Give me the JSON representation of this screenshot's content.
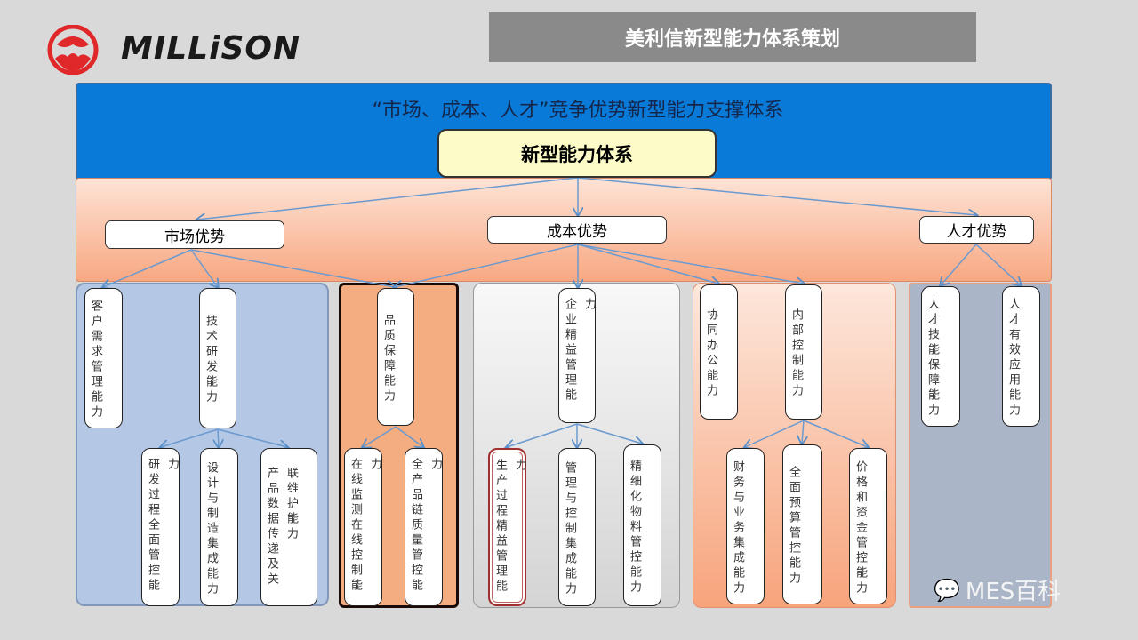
{
  "logo": {
    "text": "MILLiSON",
    "color": "#e0282a"
  },
  "title": "美利信新型能力体系策划",
  "subtitle": "“市场、成本、人才”竞争优势新型能力支撑体系",
  "core": "新型能力体系",
  "categories": {
    "market": "市场优势",
    "cost": "成本优势",
    "talent": "人才优势"
  },
  "boxes": {
    "customer": "客户需求管理能力",
    "tech": "技术研发能力",
    "rd_process": "研发过程全面管控能力",
    "design_mfg": "设计与制造集成能力",
    "product_data": "产品数据传递及关联维护能力",
    "quality": "品质保障能力",
    "online": "在线监测在线控制能力",
    "chain_quality": "全产品链质量管控能力",
    "lean": "企业精益管理能力",
    "prod_lean": "生产过程精益管理能力",
    "mgmt_ctrl": "管理与控制集成能力",
    "material": "精细化物料管控能力",
    "office": "协同办公能力",
    "internal": "内部控制能力",
    "finance": "财务与业务集成能力",
    "budget": "全面预算管控能力",
    "price": "价格和资金管控能力",
    "talent_skill": "人才技能保障能力",
    "talent_use": "人才有效应用能力"
  },
  "watermark": "MES百科"
}
